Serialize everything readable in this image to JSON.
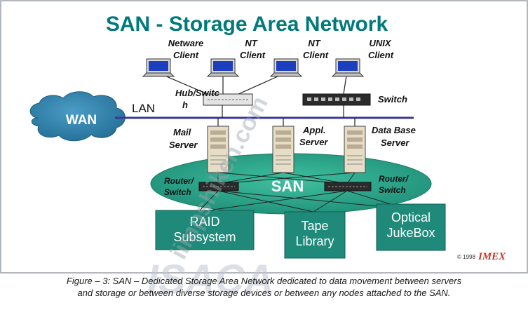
{
  "title": "SAN - Storage Area Network",
  "clients": [
    {
      "line1": "Netware",
      "line2": "Client"
    },
    {
      "line1": "NT",
      "line2": "Client"
    },
    {
      "line1": "NT",
      "line2": "Client"
    },
    {
      "line1": "UNIX",
      "line2": "Client"
    }
  ],
  "hub": {
    "line1": "Hub/Switc",
    "line2": "h"
  },
  "switch_label": "Switch",
  "wan_label": "WAN",
  "lan_label": "LAN",
  "servers": [
    {
      "line1": "Mail",
      "line2": "Server"
    },
    {
      "line1": "Appl.",
      "line2": "Server"
    },
    {
      "line1": "Data Base",
      "line2": "Server"
    }
  ],
  "san_label": "SAN",
  "routers": [
    {
      "line1": "Router/",
      "line2": "Switch"
    },
    {
      "line1": "Router/",
      "line2": "Switch"
    }
  ],
  "storage": [
    {
      "line1": "RAID",
      "line2": "Subsystem"
    },
    {
      "line1": "Tape",
      "line2": "Library"
    },
    {
      "line1": "Optical",
      "line2": "JukeBox"
    }
  ],
  "copyright": "© 1998",
  "brand": "IMEX",
  "watermark": "iimpshiken.com",
  "watermark_logo": "ISACA",
  "caption": {
    "line1": "Figure – 3:  SAN – Dedicated Storage Area Network dedicated to data movement between servers",
    "line2": "and storage or between diverse storage devices or between any nodes attached to the SAN."
  },
  "colors": {
    "title": "#007a7a",
    "teal": "#1f8a7a",
    "san_cloud": "#2ea58c",
    "wan_cloud": "#2f7fa8",
    "lan_line": "#3a3a9a",
    "brand": "#c0392b"
  }
}
